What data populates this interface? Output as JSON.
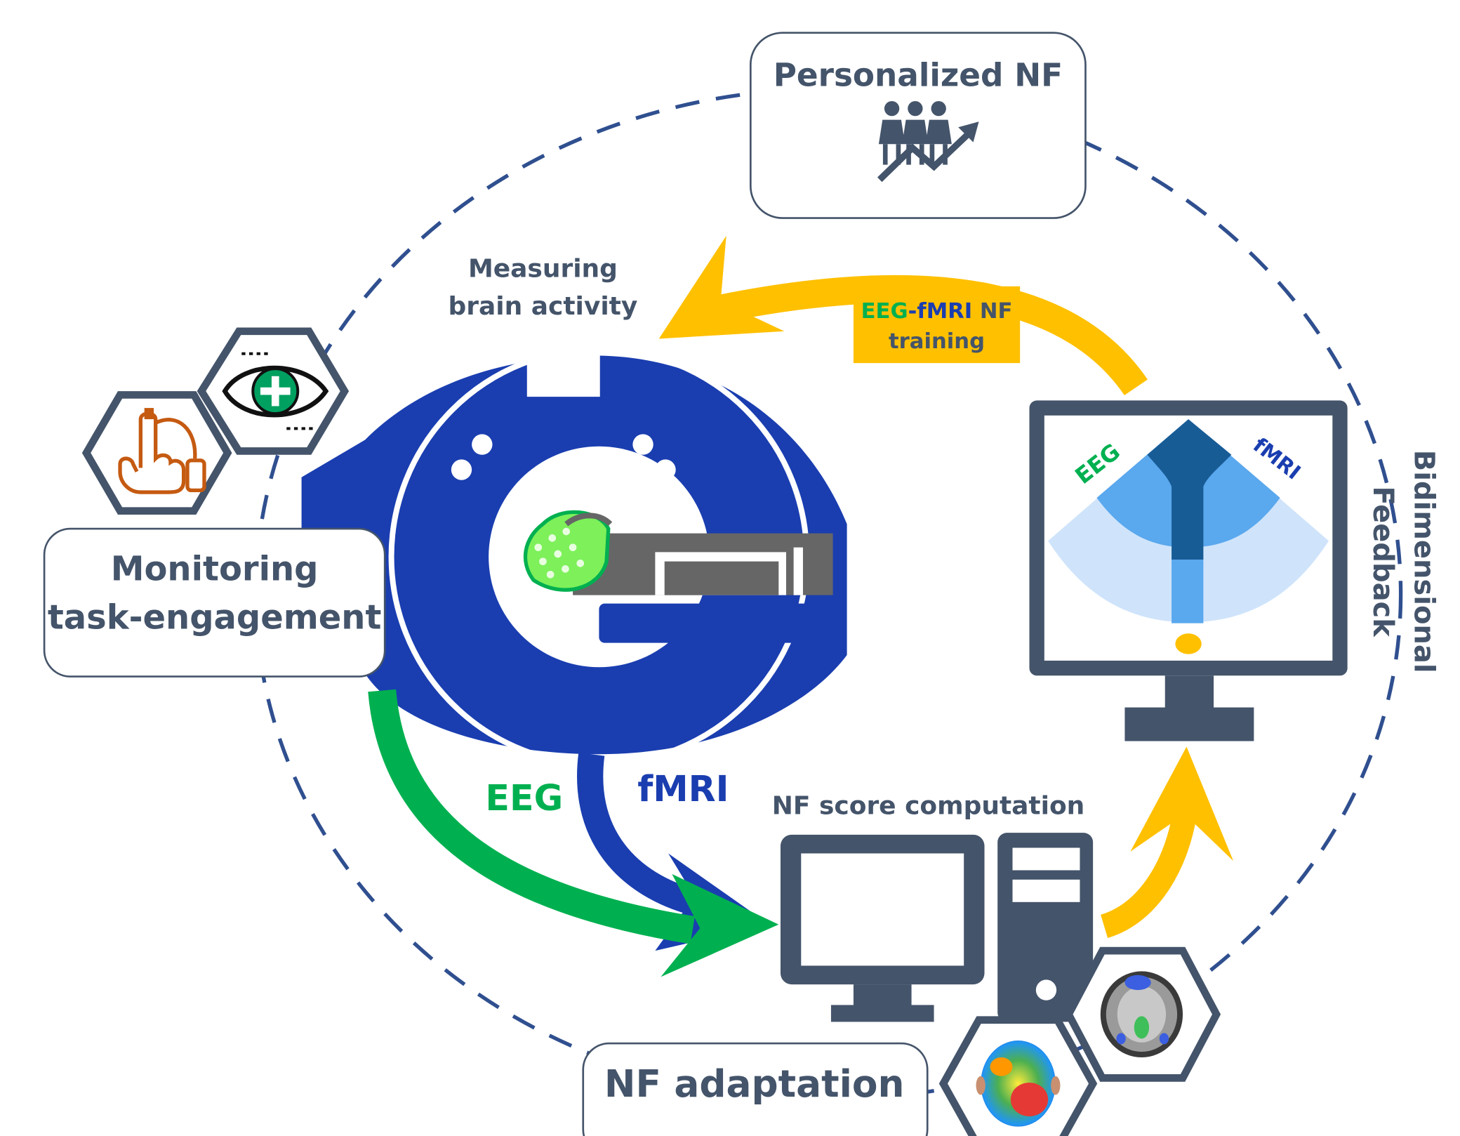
{
  "boxes": {
    "personalized": "Personalized NF",
    "monitoring_line1": "Monitoring",
    "monitoring_line2": "task-engagement",
    "adaptation": "NF adaptation"
  },
  "labels": {
    "measuring_line1": "Measuring",
    "measuring_line2": "brain activity",
    "score": "NF score computation",
    "eeg_arrow": "EEG",
    "fmri_arrow": "fMRI",
    "training_eeg": "EEG",
    "training_dash": "-",
    "training_fmri": "fMRI",
    "training_nf": " NF",
    "training_line2": "training",
    "bidim_line1": "Bidimensional",
    "bidim_line2": "Feedback",
    "screen_eeg": "EEG",
    "screen_fmri": "fMRI"
  },
  "colors": {
    "eeg_green": "#00b050",
    "fmri_blue": "#1a3eb0",
    "feedback_yellow": "#ffc000",
    "text_slate": "#44546a"
  },
  "icons": [
    "people-growth-icon",
    "eye-tracking-icon",
    "finger-pulse-icon",
    "mri-scanner-icon",
    "computer-icon",
    "monitor-icon",
    "brain-fmri-icon",
    "eeg-topomap-icon"
  ]
}
